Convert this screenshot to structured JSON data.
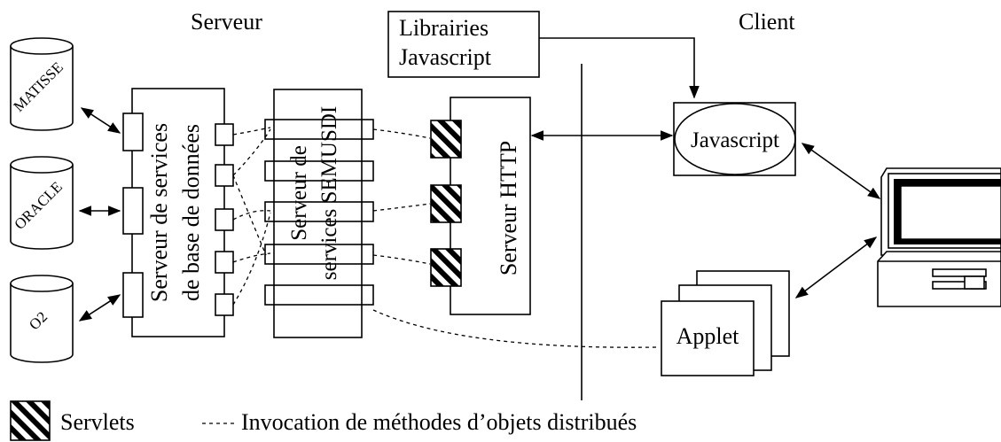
{
  "sections": {
    "server": "Serveur",
    "client": "Client"
  },
  "databases": [
    {
      "label": "MATISSE"
    },
    {
      "label": "ORACLE"
    },
    {
      "label": "O2"
    }
  ],
  "components": {
    "db_service_server": [
      "Serveur de services",
      "de base de données"
    ],
    "semusdi_server": [
      "Serveur de",
      "services SEMUSDI"
    ],
    "http_server": "Serveur HTTP",
    "js_libraries": [
      "Librairies",
      "Javascript"
    ],
    "javascript": "Javascript",
    "applet": "Applet"
  },
  "legend": {
    "servlets": "Servlets",
    "invocation": "Invocation de méthodes d’objets distribués"
  }
}
